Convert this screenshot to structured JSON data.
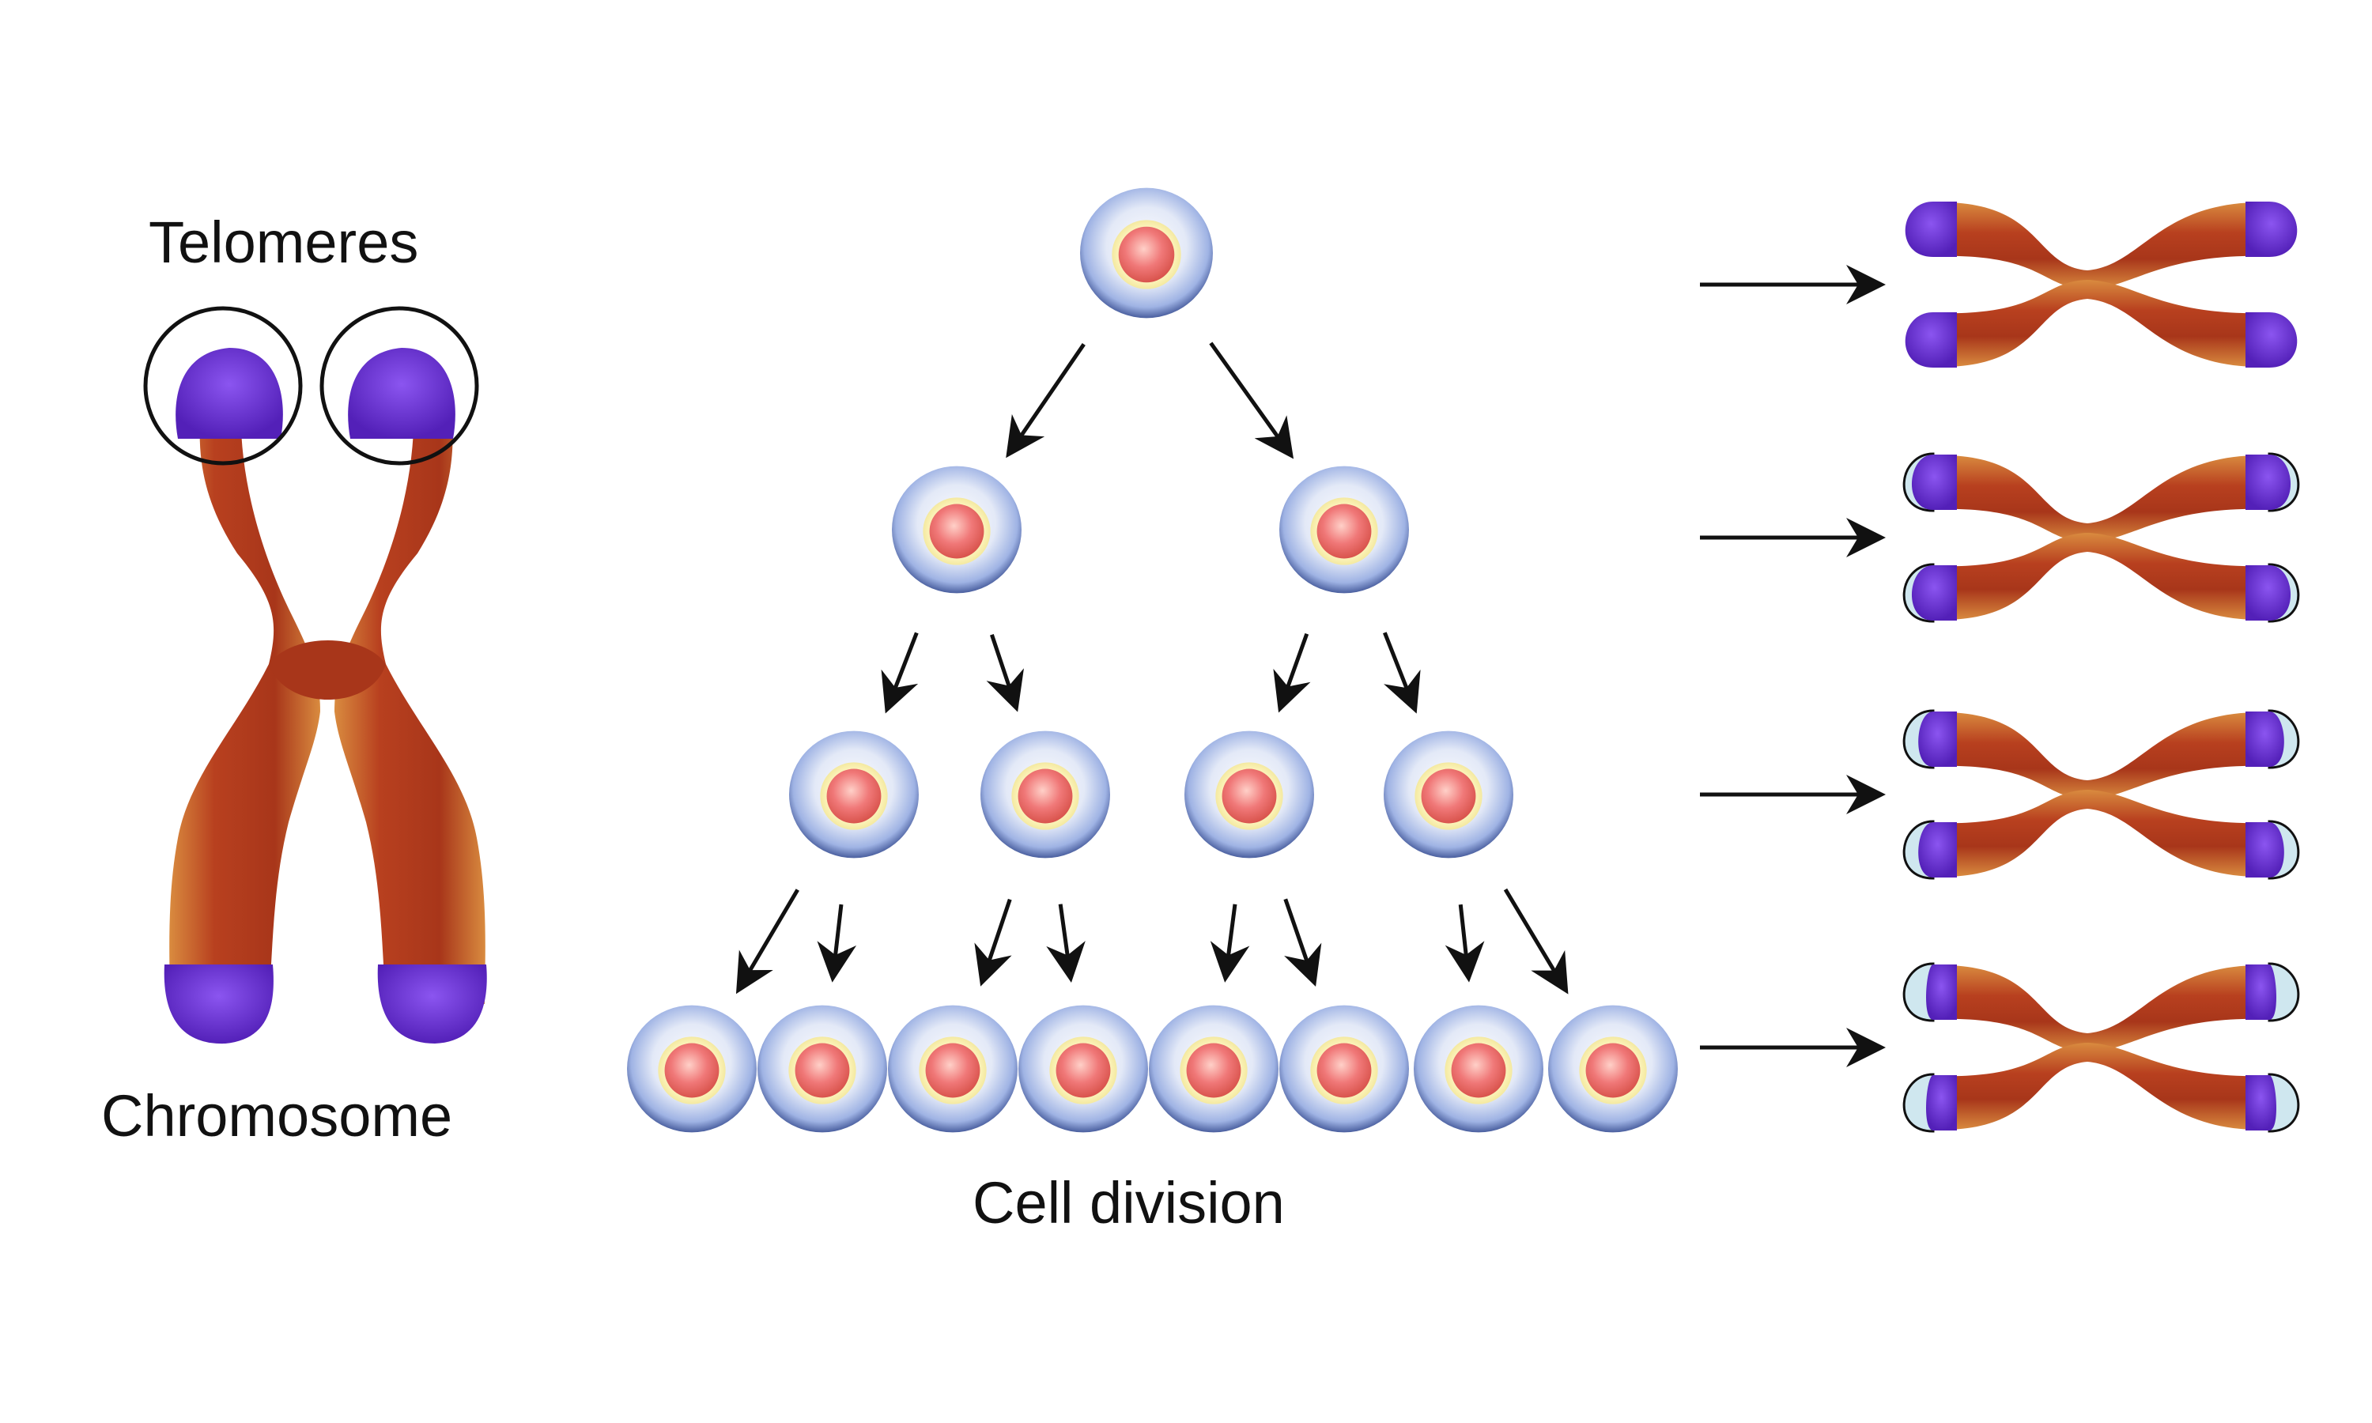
{
  "labels": {
    "telomeres": "Telomeres",
    "chromosome": "Chromosome",
    "cell_division": "Cell division"
  },
  "colors": {
    "chromatid": "#b8401f",
    "chromatid_edge": "#d9843a",
    "telomere": "#6a2fd0",
    "telomere_lost": "#cfe7ef",
    "cell_membrane": "#8ea6de",
    "cell_nucleus": "#f07a7a",
    "arrow": "#111111"
  },
  "division_generations": [
    1,
    2,
    4,
    8
  ],
  "telomere_stages": [
    "full",
    "slightly-shortened",
    "shortened",
    "critically-shortened"
  ]
}
